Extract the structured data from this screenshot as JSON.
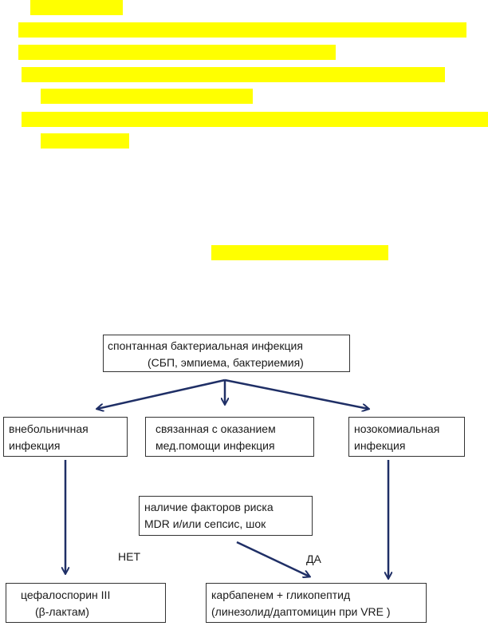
{
  "flowchart": {
    "root": {
      "line1": "спонтанная бактериальная инфекция",
      "line2": "(СБП, эмпиема, бактериемия)"
    },
    "community": {
      "line1": "внебольничная",
      "line2": "инфекция"
    },
    "healthcare": {
      "line1": "связанная с оказанием",
      "line2": "мед.помощи инфекция"
    },
    "nosocomial": {
      "line1": "нозокомиальная",
      "line2": "инфекция"
    },
    "risk": {
      "line1": "наличие факторов риска",
      "line2": "MDR и/или сепсис, шок"
    },
    "no_label": "НЕТ",
    "yes_label": "ДА",
    "cephalosporin": {
      "line1": "цефалоспорин III",
      "line2": "(β-лактам)"
    },
    "carbapenem": {
      "line1": "карбапенем + гликопептид",
      "line2": "(линезолид/даптомицин при VRE )"
    }
  },
  "colors": {
    "highlight": "#ffff00",
    "arrow": "#1f2f66"
  }
}
